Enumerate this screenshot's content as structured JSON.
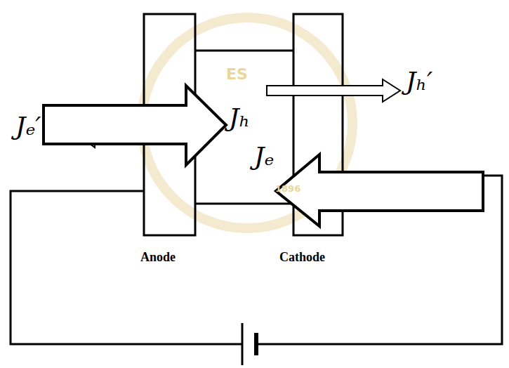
{
  "diagram": {
    "labels": [
      "Anode",
      "Cathode",
      "Jₕ",
      "Jₕ′",
      "Jₑ",
      "Jₑ′",
      "ES",
      "1896"
    ]
  }
}
